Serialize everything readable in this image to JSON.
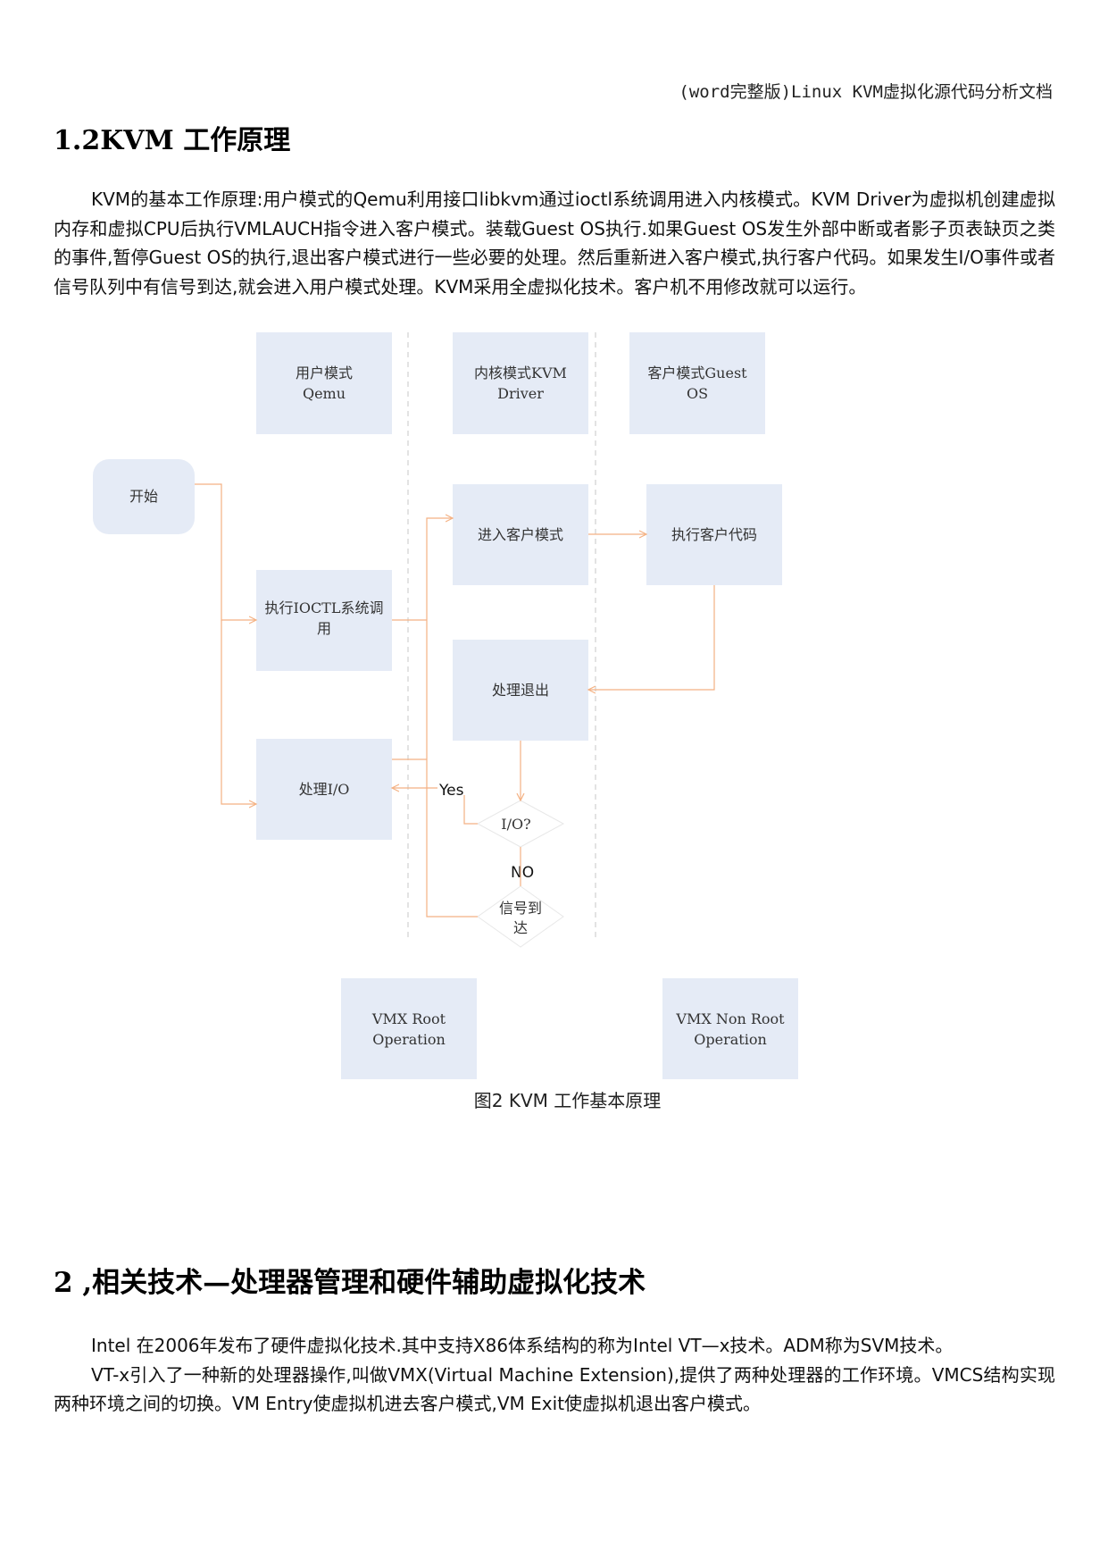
{
  "header": {
    "text": "(word完整版)Linux KVM虚拟化源代码分析文档"
  },
  "section1": {
    "title": "1.2KVM 工作原理",
    "paragraph": "KVM的基本工作原理:用户模式的Qemu利用接口libkvm通过ioctl系统调用进入内核模式。KVM Driver为虚拟机创建虚拟内存和虚拟CPU后执行VMLAUCH指令进入客户模式。装载Guest OS执行.如果Guest OS发生外部中断或者影子页表缺页之类的事件,暂停Guest OS的执行,退出客户模式进行一些必要的处理。然后重新进入客户模式,执行客户代码。如果发生I/O事件或者信号队列中有信号到达,就会进入用户模式处理。KVM采用全虚拟化技术。客户机不用修改就可以运行。"
  },
  "diagram": {
    "col_user": [
      "用户模式",
      "Qemu"
    ],
    "col_kernel": [
      "内核模式KVM",
      "Driver"
    ],
    "col_guest": [
      "客户模式Guest",
      "OS"
    ],
    "start": "开始",
    "enter_guest": "进入客户模式",
    "exec_guest": "执行客户代码",
    "ioctl": [
      "执行IOCTL系统调",
      "用"
    ],
    "handle_exit": "处理退出",
    "handle_io": "处理I/O",
    "yes": "Yes",
    "io_q": "I/O?",
    "no": "NO",
    "signal": [
      "信号到",
      "达"
    ],
    "vmx_root": [
      "VMX Root",
      "Operation"
    ],
    "vmx_nonroot": [
      "VMX Non Root",
      "Operation"
    ],
    "colors": {
      "box_fill": "#e5ebf6",
      "arrow": "#f4b183",
      "dash": "#d0d0d0"
    }
  },
  "caption": "图2 KVM 工作基本原理",
  "section2": {
    "title": "2 ,相关技术—处理器管理和硬件辅助虚拟化技术",
    "para1": "Intel 在2006年发布了硬件虚拟化技术.其中支持X86体系结构的称为Intel VT—x技术。ADM称为SVM技术。",
    "para2": "VT-x引入了一种新的处理器操作,叫做VMX(Virtual Machine Extension),提供了两种处理器的工作环境。VMCS结构实现两种环境之间的切换。VM Entry使虚拟机进去客户模式,VM Exit使虚拟机退出客户模式。"
  }
}
